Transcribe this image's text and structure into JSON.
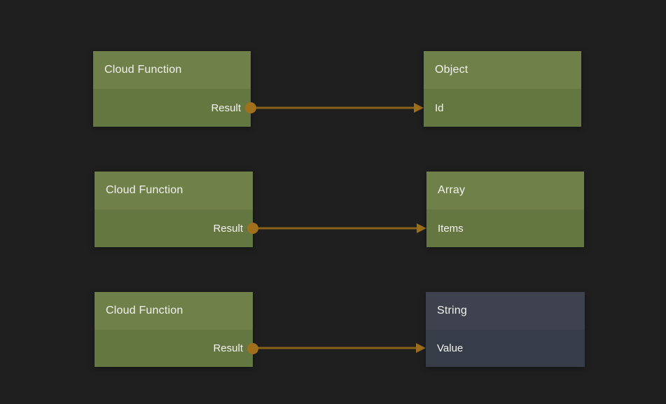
{
  "canvas": {
    "background_color": "#1f1f1f"
  },
  "palette": {
    "green_node_header": "#6f8049",
    "green_node_body": "#657741",
    "slate_node_header": "#3d424e",
    "slate_node_body": "#373d48",
    "connection_line_color": "#8a6318",
    "arrowhead_color": "#9c6e1a",
    "port_dot_color": "#a1701c",
    "node_text_color": "#f2f2ef"
  },
  "nodes": [
    {
      "title": "Cloud Function",
      "variant": "green",
      "ports": [
        {
          "label": "Result",
          "direction": "output"
        }
      ]
    },
    {
      "title": "Object",
      "variant": "green",
      "ports": [
        {
          "label": "Id",
          "direction": "input"
        }
      ]
    },
    {
      "title": "Cloud Function",
      "variant": "green",
      "ports": [
        {
          "label": "Result",
          "direction": "output"
        }
      ]
    },
    {
      "title": "Array",
      "variant": "green",
      "ports": [
        {
          "label": "Items",
          "direction": "input"
        }
      ]
    },
    {
      "title": "Cloud Function",
      "variant": "green",
      "ports": [
        {
          "label": "Result",
          "direction": "output"
        }
      ]
    },
    {
      "title": "String",
      "variant": "slate",
      "ports": [
        {
          "label": "Value",
          "direction": "input"
        }
      ]
    }
  ],
  "connections": [
    {
      "from_node": "Cloud Function",
      "from_port": "Result",
      "to_node": "Object",
      "to_port": "Id"
    },
    {
      "from_node": "Cloud Function",
      "from_port": "Result",
      "to_node": "Array",
      "to_port": "Items"
    },
    {
      "from_node": "Cloud Function",
      "from_port": "Result",
      "to_node": "String",
      "to_port": "Value"
    }
  ]
}
